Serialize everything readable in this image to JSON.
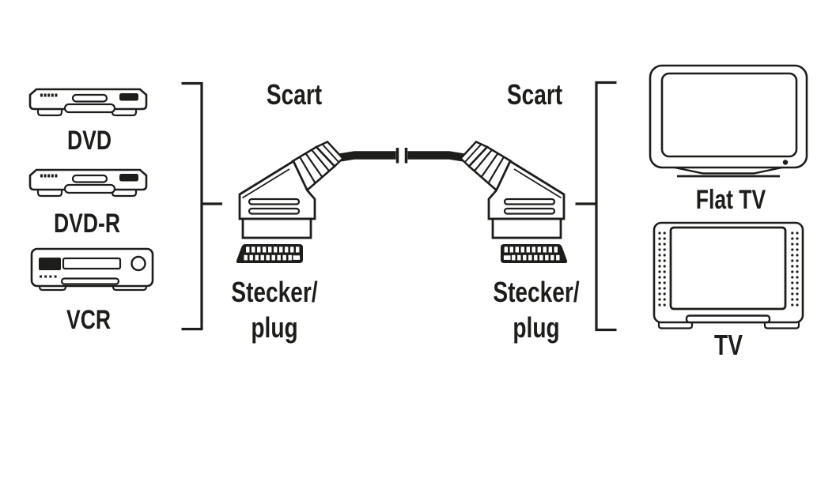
{
  "colors": {
    "background": "#ffffff",
    "ink": "#1d1d1b"
  },
  "sources": [
    {
      "label": "DVD",
      "icon": "dvd-player-icon"
    },
    {
      "label": "DVD-R",
      "icon": "dvd-recorder-icon"
    },
    {
      "label": "VCR",
      "icon": "vcr-icon"
    }
  ],
  "targets": [
    {
      "label": "Flat TV",
      "icon": "flat-tv-icon"
    },
    {
      "label": "TV",
      "icon": "crt-tv-icon"
    }
  ],
  "connectors": {
    "left": {
      "type": "Scart",
      "plug_line1": "Stecker/",
      "plug_line2": "plug"
    },
    "right": {
      "type": "Scart",
      "plug_line1": "Stecker/",
      "plug_line2": "plug"
    }
  }
}
